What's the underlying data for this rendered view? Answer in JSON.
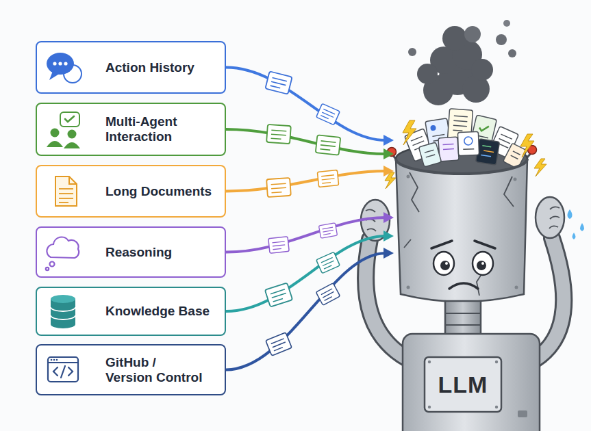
{
  "diagram": {
    "nodes": [
      {
        "text": [
          "Action History"
        ]
      },
      {
        "text": [
          "Multi-Agent Interaction"
        ]
      },
      {
        "text": [
          "Long Documents"
        ]
      },
      {
        "text": [
          "Reasoning"
        ]
      },
      {
        "text": [
          "Knowledge Base"
        ]
      },
      {
        "text": [
          "GitHub / Version Control"
        ]
      },
      {
        "text": [
          "LLM"
        ]
      }
    ],
    "edges": [
      {
        "from": 0,
        "to": 6,
        "arrow": "to"
      },
      {
        "from": 1,
        "to": 6,
        "arrow": "to"
      },
      {
        "from": 2,
        "to": 6,
        "arrow": "to"
      },
      {
        "from": 3,
        "to": 6,
        "arrow": "to"
      },
      {
        "from": 4,
        "to": 6,
        "arrow": "to"
      },
      {
        "from": 5,
        "to": 6,
        "arrow": "to"
      }
    ]
  }
}
